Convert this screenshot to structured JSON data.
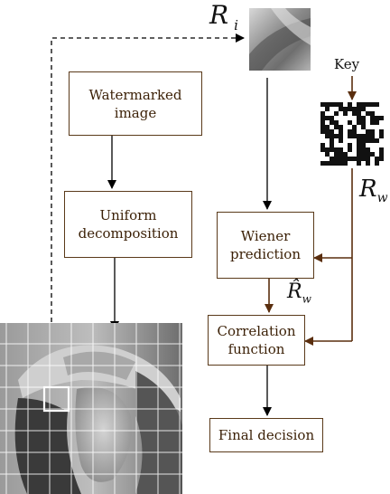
{
  "diagram": {
    "boxes": {
      "watermarked_image": "Watermarked\nimage",
      "uniform_decomposition": "Uniform\ndecomposition",
      "wiener_prediction": "Wiener\nprediction",
      "correlation_function": "Correlation\nfunction",
      "final_decision": "Final decision"
    },
    "labels": {
      "key": "Key",
      "r_i_main": "R",
      "r_i_sub": "i",
      "r_w_main": "R",
      "r_w_sub": "w",
      "r_hat_w_main": "R̂",
      "r_hat_w_sub": "w"
    }
  },
  "colors": {
    "box_border": "#5a3a1a",
    "box_text": "#3a1f05",
    "arrow_black": "#000000",
    "arrow_brown": "#5a2e0e",
    "grid_line": "#ffffff",
    "highlight_square": "#ffffff"
  }
}
